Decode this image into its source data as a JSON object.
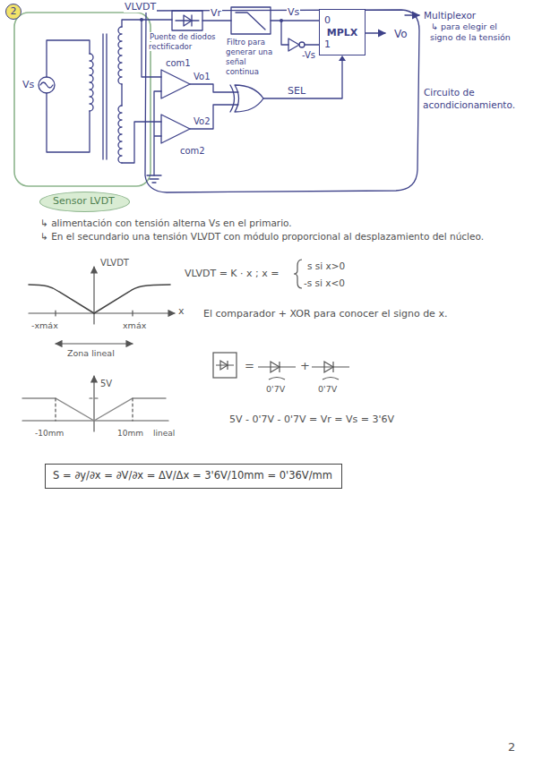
{
  "diagram": {
    "nodes": [
      {
        "text": [
          "Sensor LVDT"
        ]
      },
      {
        "text": [
          "0",
          "MPLX",
          "1"
        ]
      },
      {
        "text": [
          "S = ∂y/∂x = ∂V/∂x = ΔV/Δx = 3'6V/10mm = 0'36V/mm"
        ]
      }
    ],
    "labels": [
      "2",
      "VLVDT",
      "Vs",
      "Vr",
      "Vs",
      "-Vs",
      "Vo",
      "Puente de diodos rectificador",
      "Filtro para generar una señal continua",
      "com1",
      "Vo1",
      "Vo2",
      "com2",
      "SEL",
      "Multiplexor",
      "↳ para elegir el signo de la tensión",
      "Circuito de acondicionamiento.",
      "↳ alimentación con tensión alterna Vs en el primario.",
      "↳ En el secundario una tensión VLVDT con módulo proporcional al desplazamiento del núcleo.",
      "VLVDT",
      "x",
      "-xmáx",
      "xmáx",
      "Zona lineal",
      "VLVDT = K · x ; x =",
      "s si x>0",
      "-s si x<0",
      "El comparador + XOR para conocer el signo de x.",
      "=",
      "+",
      "0'7V",
      "0'7V",
      "5V - 0'7V - 0'7V = Vr = Vs = 3'6V",
      "5V",
      "-10mm",
      "10mm",
      "lineal",
      "2"
    ]
  }
}
